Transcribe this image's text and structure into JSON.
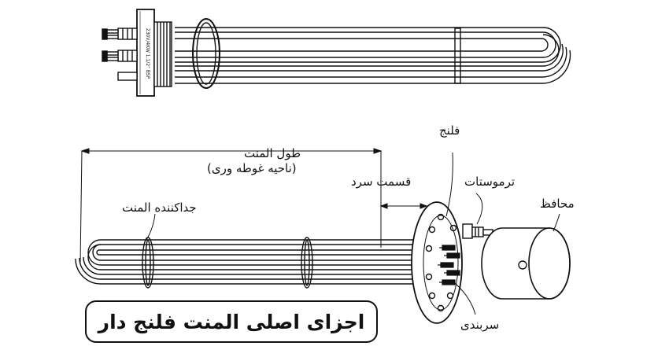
{
  "title": "اجزای اصلی المنت فلنج دار",
  "labels": {
    "length_line1": "طول المنت",
    "length_line2": "(ناحیه غوطه وری)",
    "cold_section": "قسمت سرد",
    "flange": "فلنج",
    "thermostat": "ترموستات",
    "cover": "محافظ",
    "separator": "جداکننده المنت",
    "terminal": "سربندی"
  },
  "colors": {
    "line": "#111111",
    "background": "#ffffff"
  }
}
